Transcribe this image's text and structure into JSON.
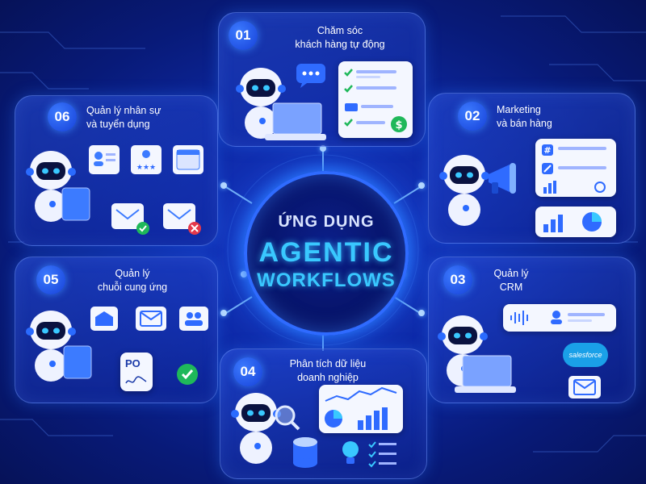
{
  "hub": {
    "line1": "ỨNG DỤNG",
    "line2": "AGENTIC",
    "line3": "WORKFLOWS"
  },
  "cards": [
    {
      "number": "01",
      "title": [
        "Chăm sóc",
        "khách hàng tự động"
      ]
    },
    {
      "number": "02",
      "title": [
        "Marketing",
        "và bán hàng"
      ]
    },
    {
      "number": "03",
      "title": [
        "Quản lý",
        "CRM"
      ]
    },
    {
      "number": "04",
      "title": [
        "Phân tích dữ liệu",
        "doanh nghiệp"
      ]
    },
    {
      "number": "05",
      "title": [
        "Quản lý",
        "chuỗi cung ứng"
      ]
    },
    {
      "number": "06",
      "title": [
        "Quản lý nhân sự",
        "và tuyển dụng"
      ]
    }
  ],
  "labels": {
    "po": "PO",
    "salesforce": "salesforce",
    "hashtag": "#"
  },
  "colors": {
    "background": "#0e2aa8",
    "accent": "#39c8ff",
    "badge": "#1640d8",
    "check_green": "#1fb85a",
    "error_red": "#e5384a"
  },
  "icons": [
    "robot-icon",
    "laptop-icon",
    "chat-bubble-icon",
    "checklist-icon",
    "truck-icon",
    "dollar-icon",
    "megaphone-icon",
    "hashtag-icon",
    "pencil-icon",
    "bar-chart-icon",
    "pie-chart-icon",
    "clock-icon",
    "voice-wave-icon",
    "contact-card-icon",
    "salesforce-cloud-icon",
    "mail-icon",
    "magnifier-icon",
    "database-icon",
    "lightbulb-icon",
    "line-chart-icon",
    "warehouse-icon",
    "users-icon",
    "po-document-icon",
    "check-icon",
    "id-card-icon",
    "rating-card-icon",
    "calendar-icon",
    "mail-check-icon",
    "mail-reject-icon",
    "tablet-icon"
  ]
}
